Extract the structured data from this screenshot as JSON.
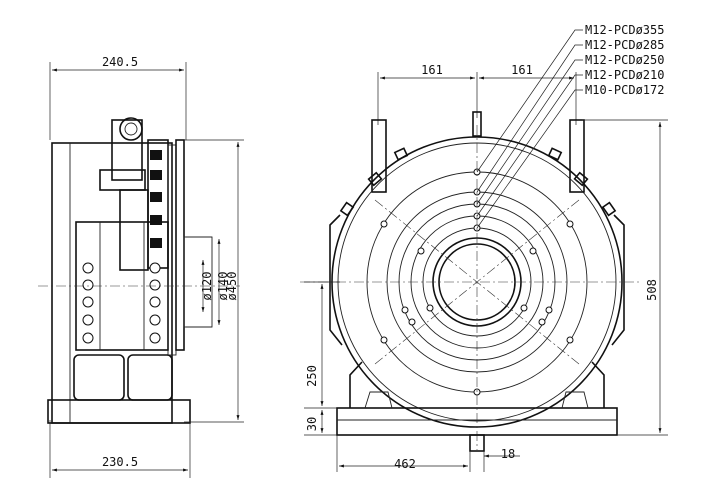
{
  "side_view": {
    "dim_top": "240.5",
    "dim_bottom": "230.5",
    "dim_phi120": "ø120",
    "dim_phi140": "ø140",
    "dim_phi450": "ø450"
  },
  "front_view": {
    "dim_left": "161",
    "dim_right": "161",
    "dim_height_total": "508",
    "dim_center_height": "250",
    "dim_base": "30",
    "dim_width": "462",
    "dim_key": "18"
  },
  "hole_callouts": [
    "M12-PCDø355",
    "M12-PCDø285",
    "M12-PCDø250",
    "M12-PCDø210",
    "M10-PCDø172"
  ]
}
